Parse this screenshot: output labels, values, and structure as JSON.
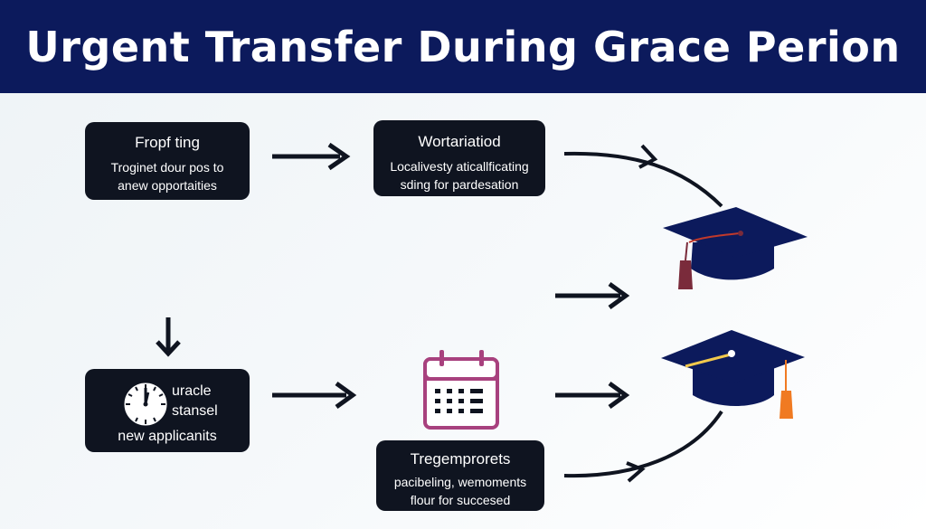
{
  "title": "Urgent Transfer During Grace Perion",
  "nodes": {
    "top_left": {
      "line1": "Fropf ting",
      "line2": "Troginet dour pos to",
      "line3": "anew opportaities"
    },
    "top_middle": {
      "line1": "Wortariatiod",
      "line2": "Localivesty aticallficating",
      "line3": "sding for pardesation"
    },
    "bottom_left": {
      "line1": "uracle",
      "line2": "stansel",
      "line3": "new applicanits"
    },
    "bottom_middle": {
      "line1": "Tregemprorets",
      "line2": "pacibeling, wemoments",
      "line3": "flour for succesed"
    }
  },
  "icons": {
    "clock": "clock-icon",
    "calendar": "calendar-icon",
    "graduation_cap_1": "graduation-cap-icon",
    "graduation_cap_2": "graduation-cap-icon"
  },
  "colors": {
    "header_bg": "#0c1a5c",
    "node_bg": "#0f1420",
    "cap_navy": "#0c1a5c",
    "tassel_red": "#7a2b3b",
    "tassel_orange": "#f07a22",
    "calendar_purple": "#a8417e",
    "arrow": "#0f1420"
  }
}
